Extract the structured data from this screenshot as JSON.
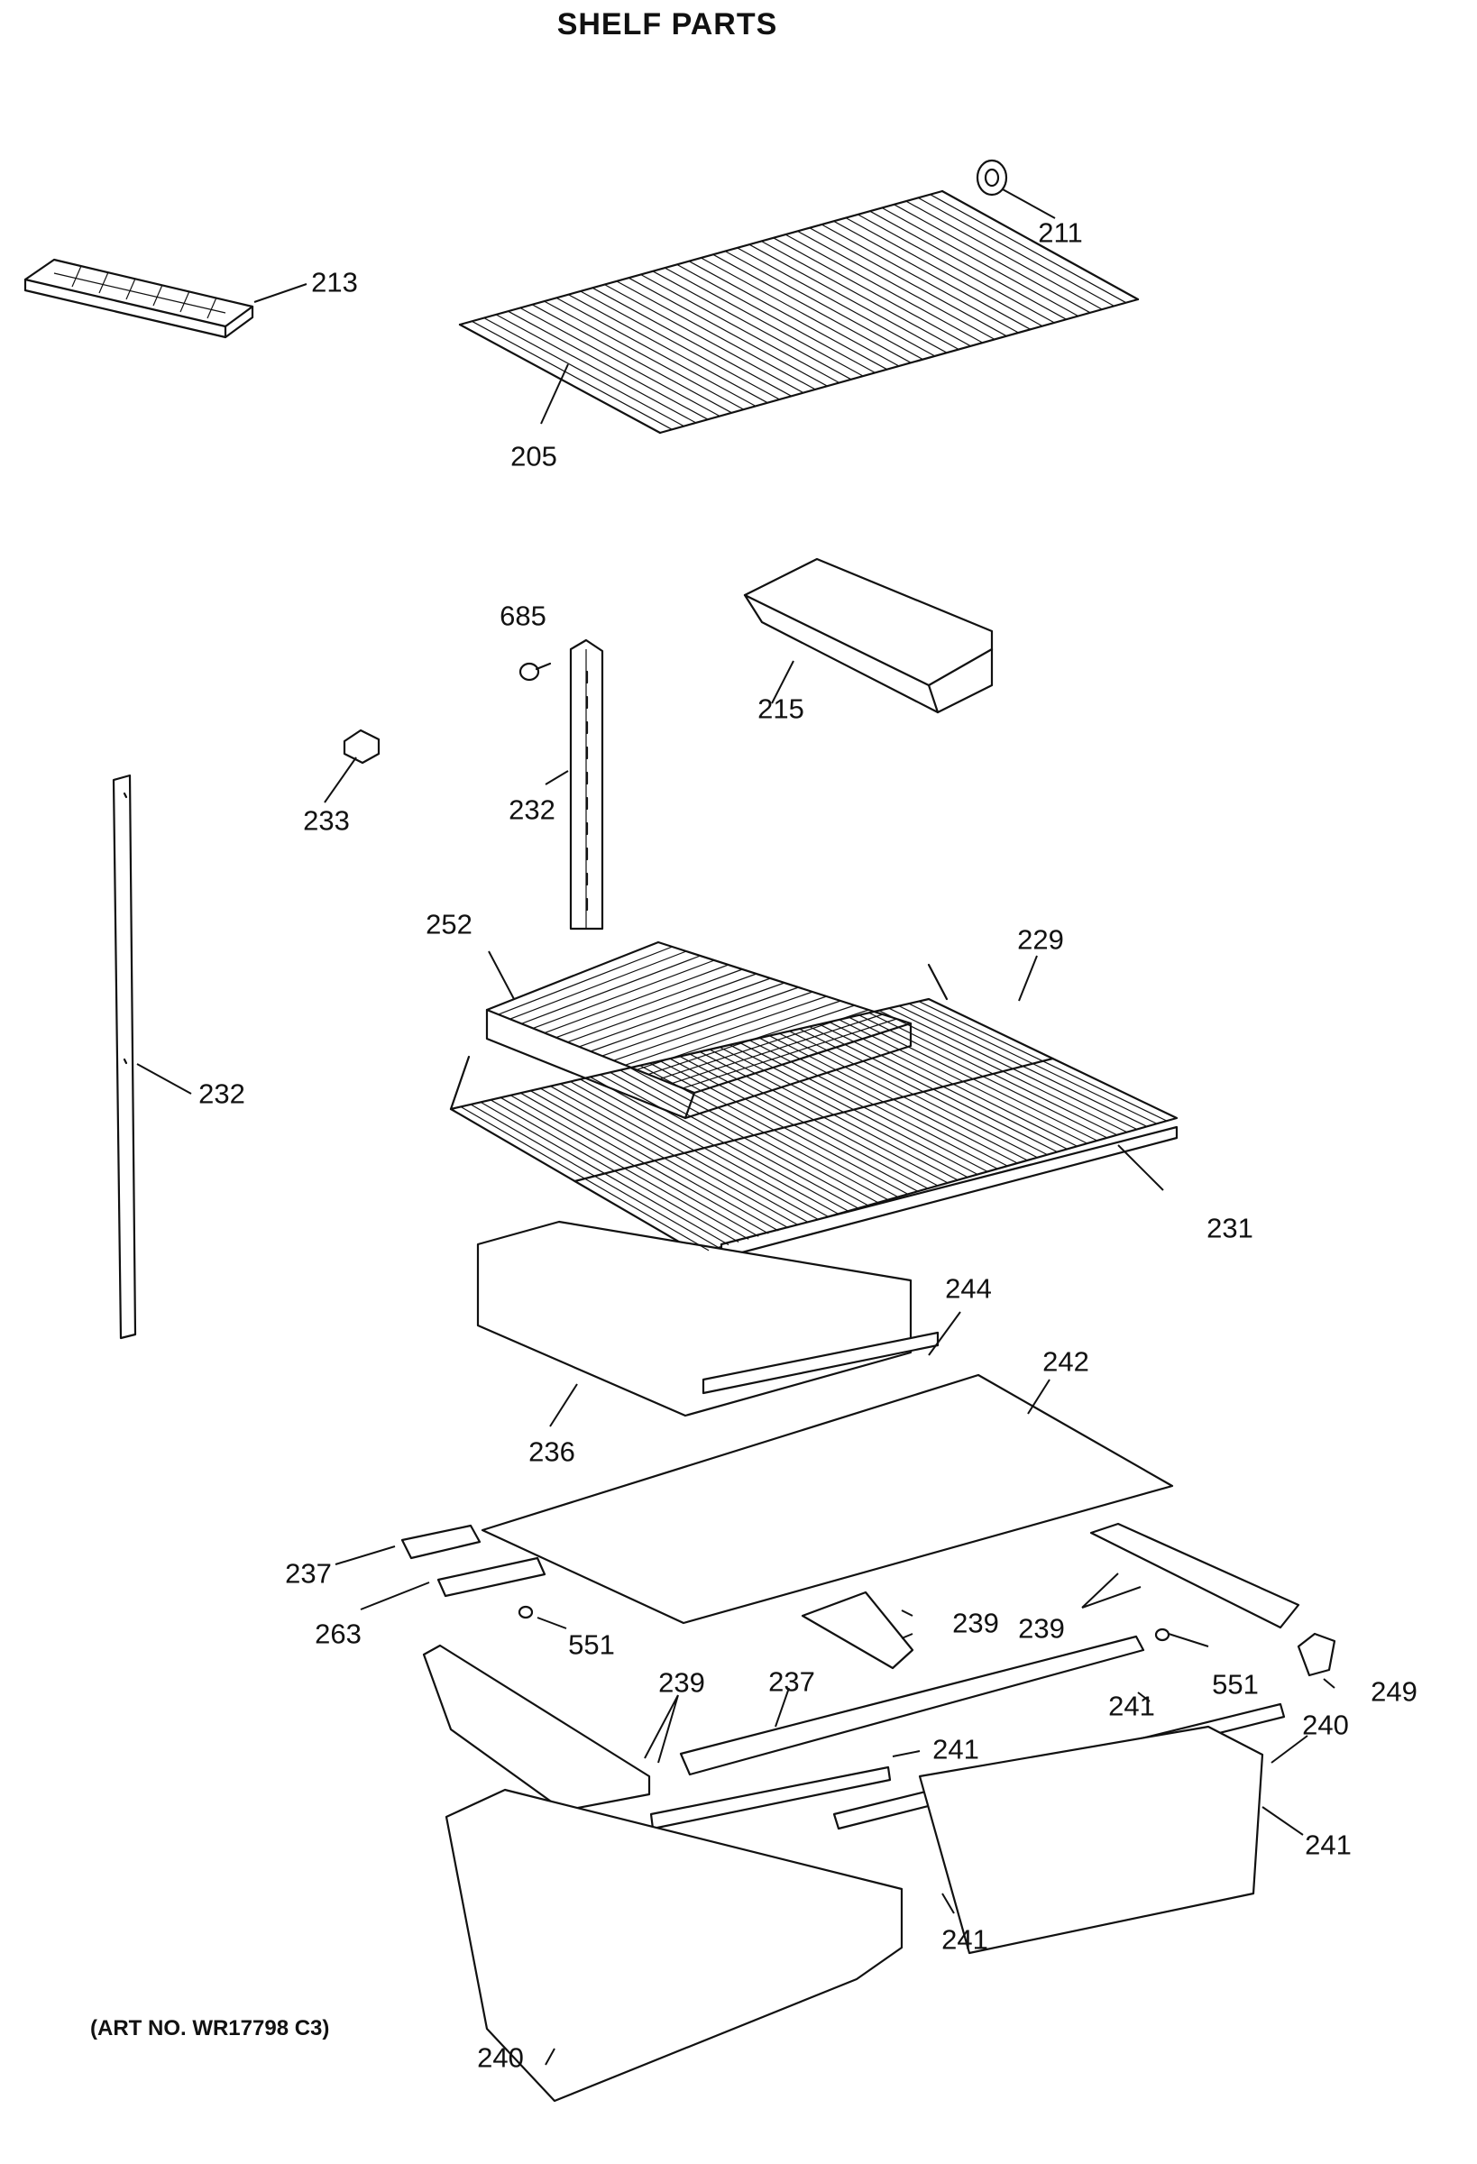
{
  "title": "SHELF PARTS",
  "art_number": "(ART NO. WR17798 C3)",
  "labels": [
    {
      "id": "211",
      "text": "211"
    },
    {
      "id": "213",
      "text": "213"
    },
    {
      "id": "205",
      "text": "205"
    },
    {
      "id": "685",
      "text": "685"
    },
    {
      "id": "215",
      "text": "215"
    },
    {
      "id": "233",
      "text": "233"
    },
    {
      "id": "232a",
      "text": "232"
    },
    {
      "id": "252",
      "text": "252"
    },
    {
      "id": "229",
      "text": "229"
    },
    {
      "id": "232b",
      "text": "232"
    },
    {
      "id": "231",
      "text": "231"
    },
    {
      "id": "244",
      "text": "244"
    },
    {
      "id": "242",
      "text": "242"
    },
    {
      "id": "236",
      "text": "236"
    },
    {
      "id": "237a",
      "text": "237"
    },
    {
      "id": "263",
      "text": "263"
    },
    {
      "id": "551a",
      "text": "551"
    },
    {
      "id": "239a",
      "text": "239"
    },
    {
      "id": "239b",
      "text": "239"
    },
    {
      "id": "249",
      "text": "249"
    },
    {
      "id": "551b",
      "text": "551"
    },
    {
      "id": "239c",
      "text": "239"
    },
    {
      "id": "237b",
      "text": "237"
    },
    {
      "id": "241a",
      "text": "241"
    },
    {
      "id": "240a",
      "text": "240"
    },
    {
      "id": "241b",
      "text": "241"
    },
    {
      "id": "241c",
      "text": "241"
    },
    {
      "id": "241d",
      "text": "241"
    },
    {
      "id": "240b",
      "text": "240"
    }
  ]
}
